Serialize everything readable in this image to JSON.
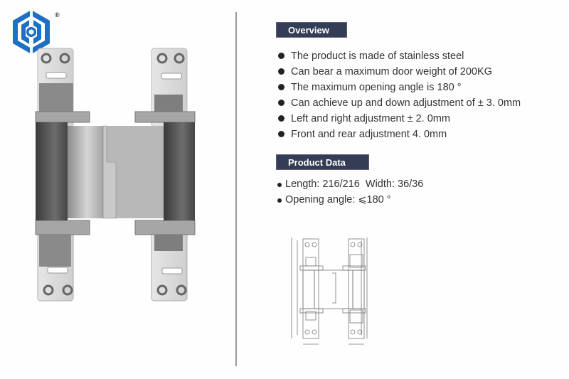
{
  "brand": {
    "logo_icon": "hexagon-ec-logo-icon",
    "logo_color": "#1f6fc2",
    "registered_mark": "®"
  },
  "overview": {
    "title": "Overview",
    "items": [
      "The product is made of stainless steel",
      "Can bear a maximum door weight of 200KG",
      "The maximum opening angle is 180 °",
      "Can achieve up and down adjustment of ± 3. 0mm",
      "Left and right adjustment ± 2. 0mm",
      "Front and rear adjustment 4. 0mm"
    ]
  },
  "product_data": {
    "title": "Product Data",
    "items": [
      "Length: 216/216  Width: 36/36",
      "Opening angle: ⩽180 °"
    ]
  },
  "images": {
    "photo": "concealed-hinge-photo",
    "drawing": "hinge-technical-drawing"
  },
  "colors": {
    "header_bg": "#343d55",
    "text": "#333333",
    "divider": "#9a9a9a"
  }
}
